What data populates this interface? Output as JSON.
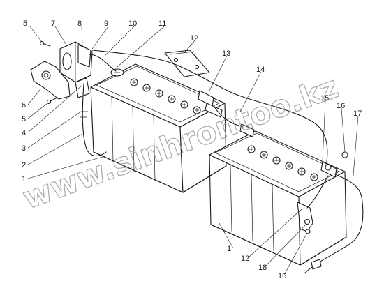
{
  "watermark": "www.sinhrontoo.kz",
  "callouts": {
    "c1_left": "1",
    "c2": "2",
    "c3": "3",
    "c4": "4",
    "c5_top": "5",
    "c5_mid": "5",
    "c6": "6",
    "c7": "7",
    "c8": "8",
    "c9": "9",
    "c10": "10",
    "c11": "11",
    "c12_top": "12",
    "c13": "13",
    "c14": "14",
    "c15": "15",
    "c16_top": "16",
    "c17": "17",
    "c1_bottom": "1",
    "c12_bottom": "12",
    "c18": "18",
    "c16_bottom": "16"
  }
}
